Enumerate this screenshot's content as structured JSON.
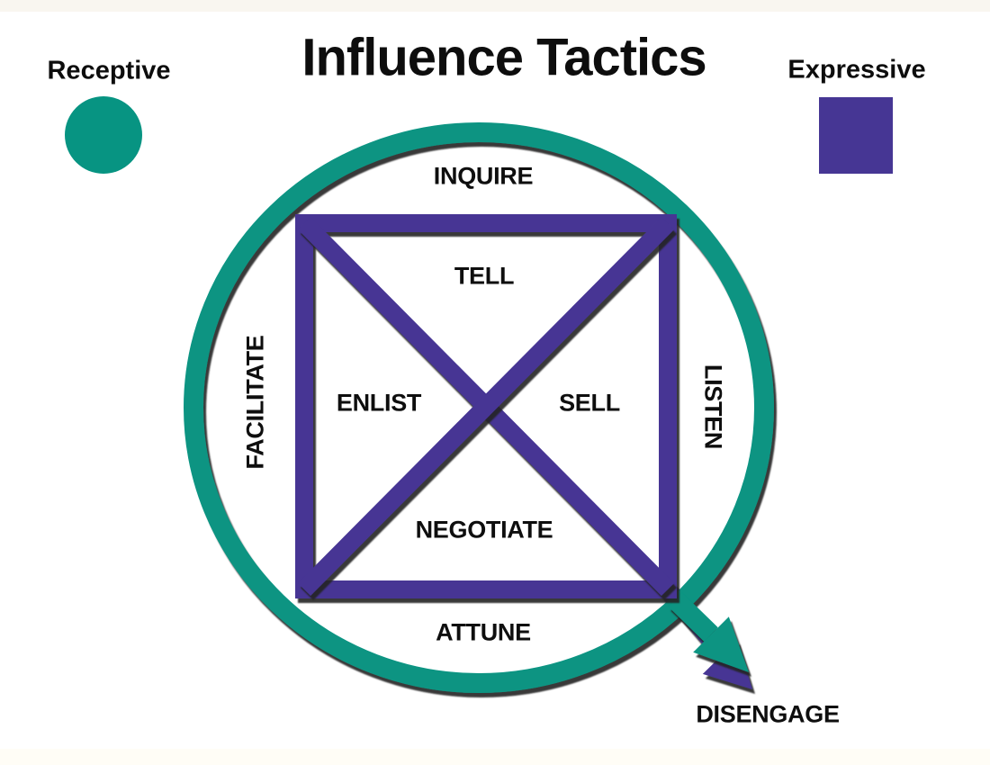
{
  "title": "Influence Tactics",
  "colors": {
    "teal": "#079482",
    "purple": "#463694",
    "shadow": "#222222",
    "text": "#0d0d0d"
  },
  "legend": {
    "receptive": {
      "label": "Receptive",
      "swatch": "teal-circle"
    },
    "expressive": {
      "label": "Expressive",
      "swatch": "purple-square"
    }
  },
  "ring_labels": {
    "top": "INQUIRE",
    "right": "LISTEN",
    "bottom": "ATTUNE",
    "left": "FACILITATE"
  },
  "square_labels": {
    "top": "TELL",
    "right": "SELL",
    "bottom": "NEGOTIATE",
    "left": "ENLIST"
  },
  "exit_label": "DISENGAGE"
}
